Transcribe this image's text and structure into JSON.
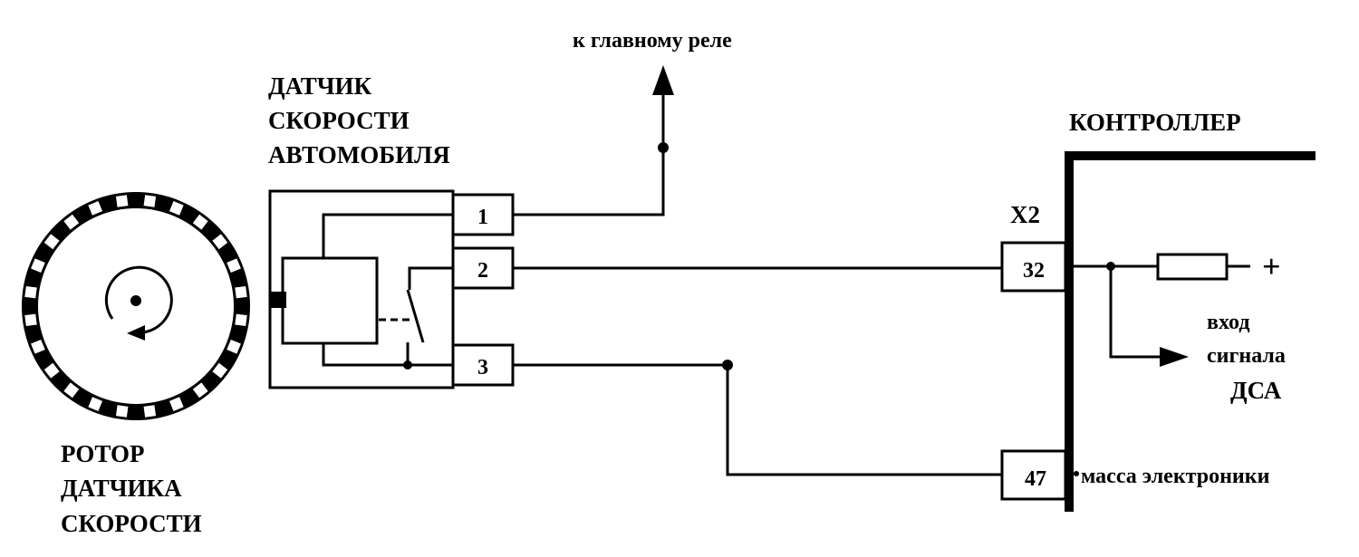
{
  "labels": {
    "to_main_relay": "к главному реле",
    "sensor_title": [
      "ДАТЧИК",
      "СКОРОСТИ",
      "АВТОМОБИЛЯ"
    ],
    "rotor_title": [
      "РОТОР",
      "ДАТЧИКА",
      "СКОРОСТИ"
    ],
    "controller": "КОНТРОЛЛЕР",
    "connector": "X2",
    "plus": "+",
    "signal_input": [
      "вход",
      "сигнала",
      "ДСА"
    ],
    "electronics_ground": "масса электроники"
  },
  "sensor_pins": [
    "1",
    "2",
    "3"
  ],
  "controller_pins": [
    "32",
    "47"
  ],
  "rotor": {
    "teeth_count": 24
  },
  "icons": [
    "rotation-arrow-icon",
    "arrow-up-icon",
    "arrow-right-icon",
    "resistor-icon",
    "switch-icon"
  ],
  "colors": {
    "ink": "#000000",
    "background": "#ffffff"
  }
}
